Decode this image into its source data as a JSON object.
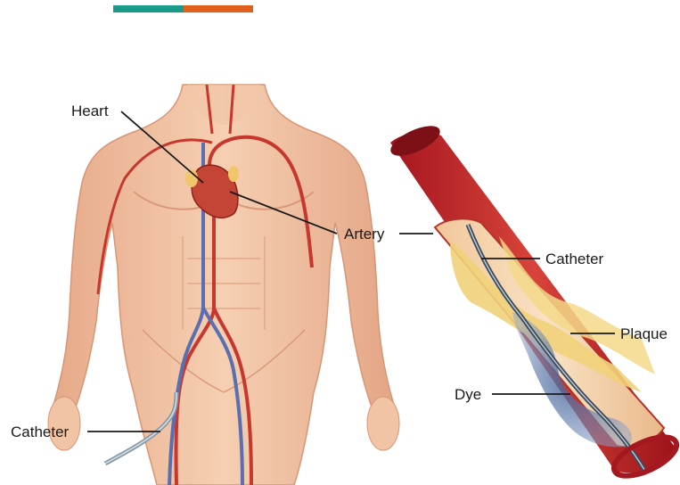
{
  "colors": {
    "accent_teal": "#1a9a8a",
    "accent_orange": "#e0601e",
    "skin": "#f3c3a2",
    "skin_shadow": "#d99a78",
    "artery_red": "#c8372d",
    "vein_blue": "#5a6fb0",
    "vessel_outer": "#b8202a",
    "vessel_inner": "#d96858",
    "plaque_yellow": "#f1d27a",
    "dye_blue": "#6f86b4",
    "catheter_gray": "#6b7b8c",
    "leader_line": "#1a1a1a"
  },
  "labels": {
    "heart": "Heart",
    "artery": "Artery",
    "catheter_body": "Catheter",
    "catheter_vessel": "Catheter",
    "plaque": "Plaque",
    "dye": "Dye"
  }
}
